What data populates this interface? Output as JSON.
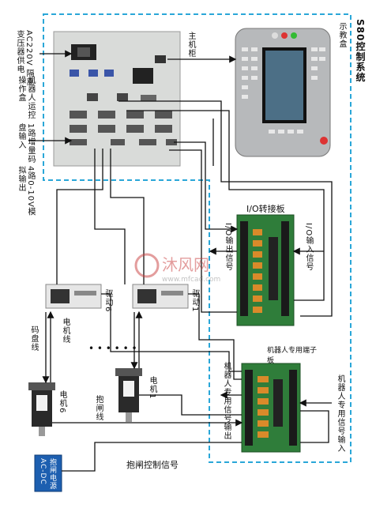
{
  "diagram": {
    "system_title": "S80控制系统",
    "host_cabinet": "主机柜",
    "teach_pendant": "示教盒",
    "power_in": "AC220V 隔离变压器供电",
    "robot_comm": "机器人运控操作盒",
    "encoder_in": "1路增量码盘输入",
    "analog_out": "4路0-10V模拟输出",
    "io_board": "I/O转接板",
    "io_in_signal": "I/O输入信号",
    "io_out_signal": "I/O输出信号",
    "robot_terminal": "机器人专用端子板",
    "robot_sig_in": "机器人专用信号输入",
    "robot_sig_out": "机器人专用信号输出",
    "drive6": "驱动6",
    "drive1": "驱动1",
    "motor_line": "电机线",
    "encoder_line": "码盘线",
    "motor6": "电机6",
    "motor1": "电机1",
    "dots": "• • • • • •",
    "brake_line": "抱闸线",
    "brake_power": "抱闸电源 AC-DC",
    "brake_ctrl": "抱闸控制信号",
    "watermark_text": "沐风网",
    "watermark_url": "www.mfcad.com",
    "colors": {
      "dashed_border": "#2aa7d8",
      "brake_box": "#1d5fb0",
      "cabinet": "#d9dbd9",
      "pcb": "#2f7d3a"
    }
  }
}
